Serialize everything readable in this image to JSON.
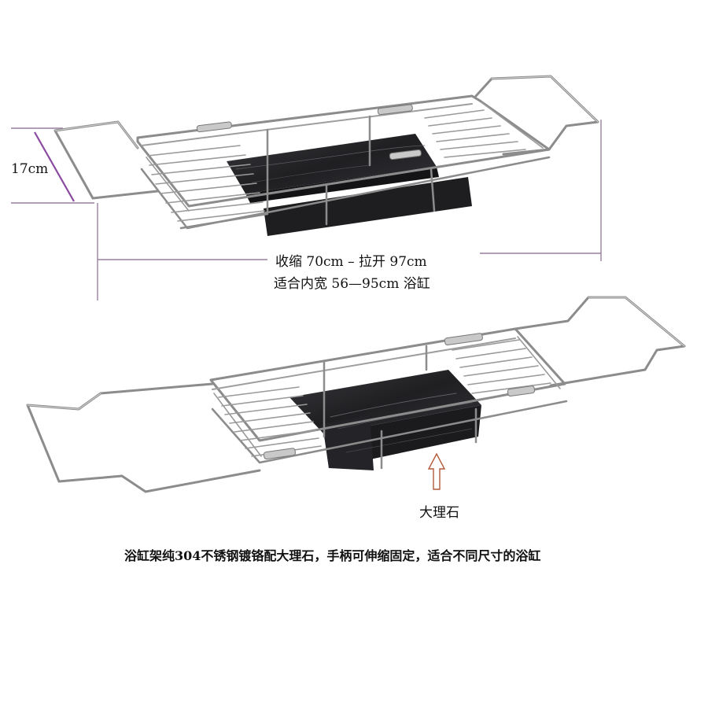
{
  "annotations": {
    "height_label": "17cm",
    "length_label": "收缩 70cm – 拉开 97cm",
    "fit_label": "适合内宽 56—95cm 浴缸",
    "marble_label": "大理石",
    "description": "浴缸架纯304不锈钢镀铬配大理石，手柄可伸缩固定，适合不同尺寸的浴缸"
  },
  "colors": {
    "dimension_line": "#9a7fa0",
    "height_line": "#8a4aa0",
    "steel": "#8c8c8c",
    "steel_highlight": "#d6d6d6",
    "marble": "#2a2a2c",
    "arrow": "#b35a3a"
  }
}
